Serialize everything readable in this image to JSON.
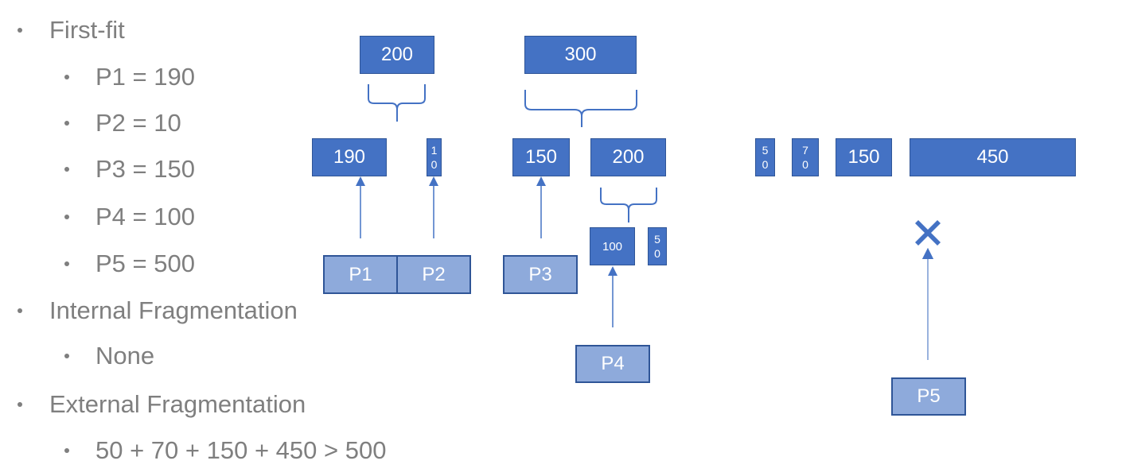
{
  "bullets": [
    {
      "level": 1,
      "text": "First-fit"
    },
    {
      "level": 2,
      "text": "P1 = 190"
    },
    {
      "level": 2,
      "text": "P2 = 10"
    },
    {
      "level": 2,
      "text": "P3 = 150"
    },
    {
      "level": 2,
      "text": "P4 = 100"
    },
    {
      "level": 2,
      "text": "P5 = 500"
    },
    {
      "level": 1,
      "text": "Internal Fragmentation"
    },
    {
      "level": 2,
      "text": "None"
    },
    {
      "level": 1,
      "text": "External Fragmentation"
    },
    {
      "level": 2,
      "text": "50 + 70 + 150 + 450 > 500"
    }
  ],
  "diagram": {
    "top_blocks": {
      "b200": "200",
      "b300": "300"
    },
    "memory_blocks": {
      "m190": "190",
      "m10": "1\n0",
      "m150a": "150",
      "m200": "200",
      "m50": "5\n0",
      "m70": "7\n0",
      "m150b": "150",
      "m450": "450"
    },
    "split_blocks": {
      "s100": "100",
      "s50": "5\n0"
    },
    "processes": {
      "p1": "P1",
      "p2": "P2",
      "p3": "P3",
      "p4": "P4",
      "p5": "P5"
    },
    "icons": {
      "failure": "x-cross-icon"
    },
    "colors": {
      "block": "#4472c4",
      "block_border": "#2f5597",
      "process": "#8eaadb",
      "text_gray": "#7f7f7f"
    }
  }
}
